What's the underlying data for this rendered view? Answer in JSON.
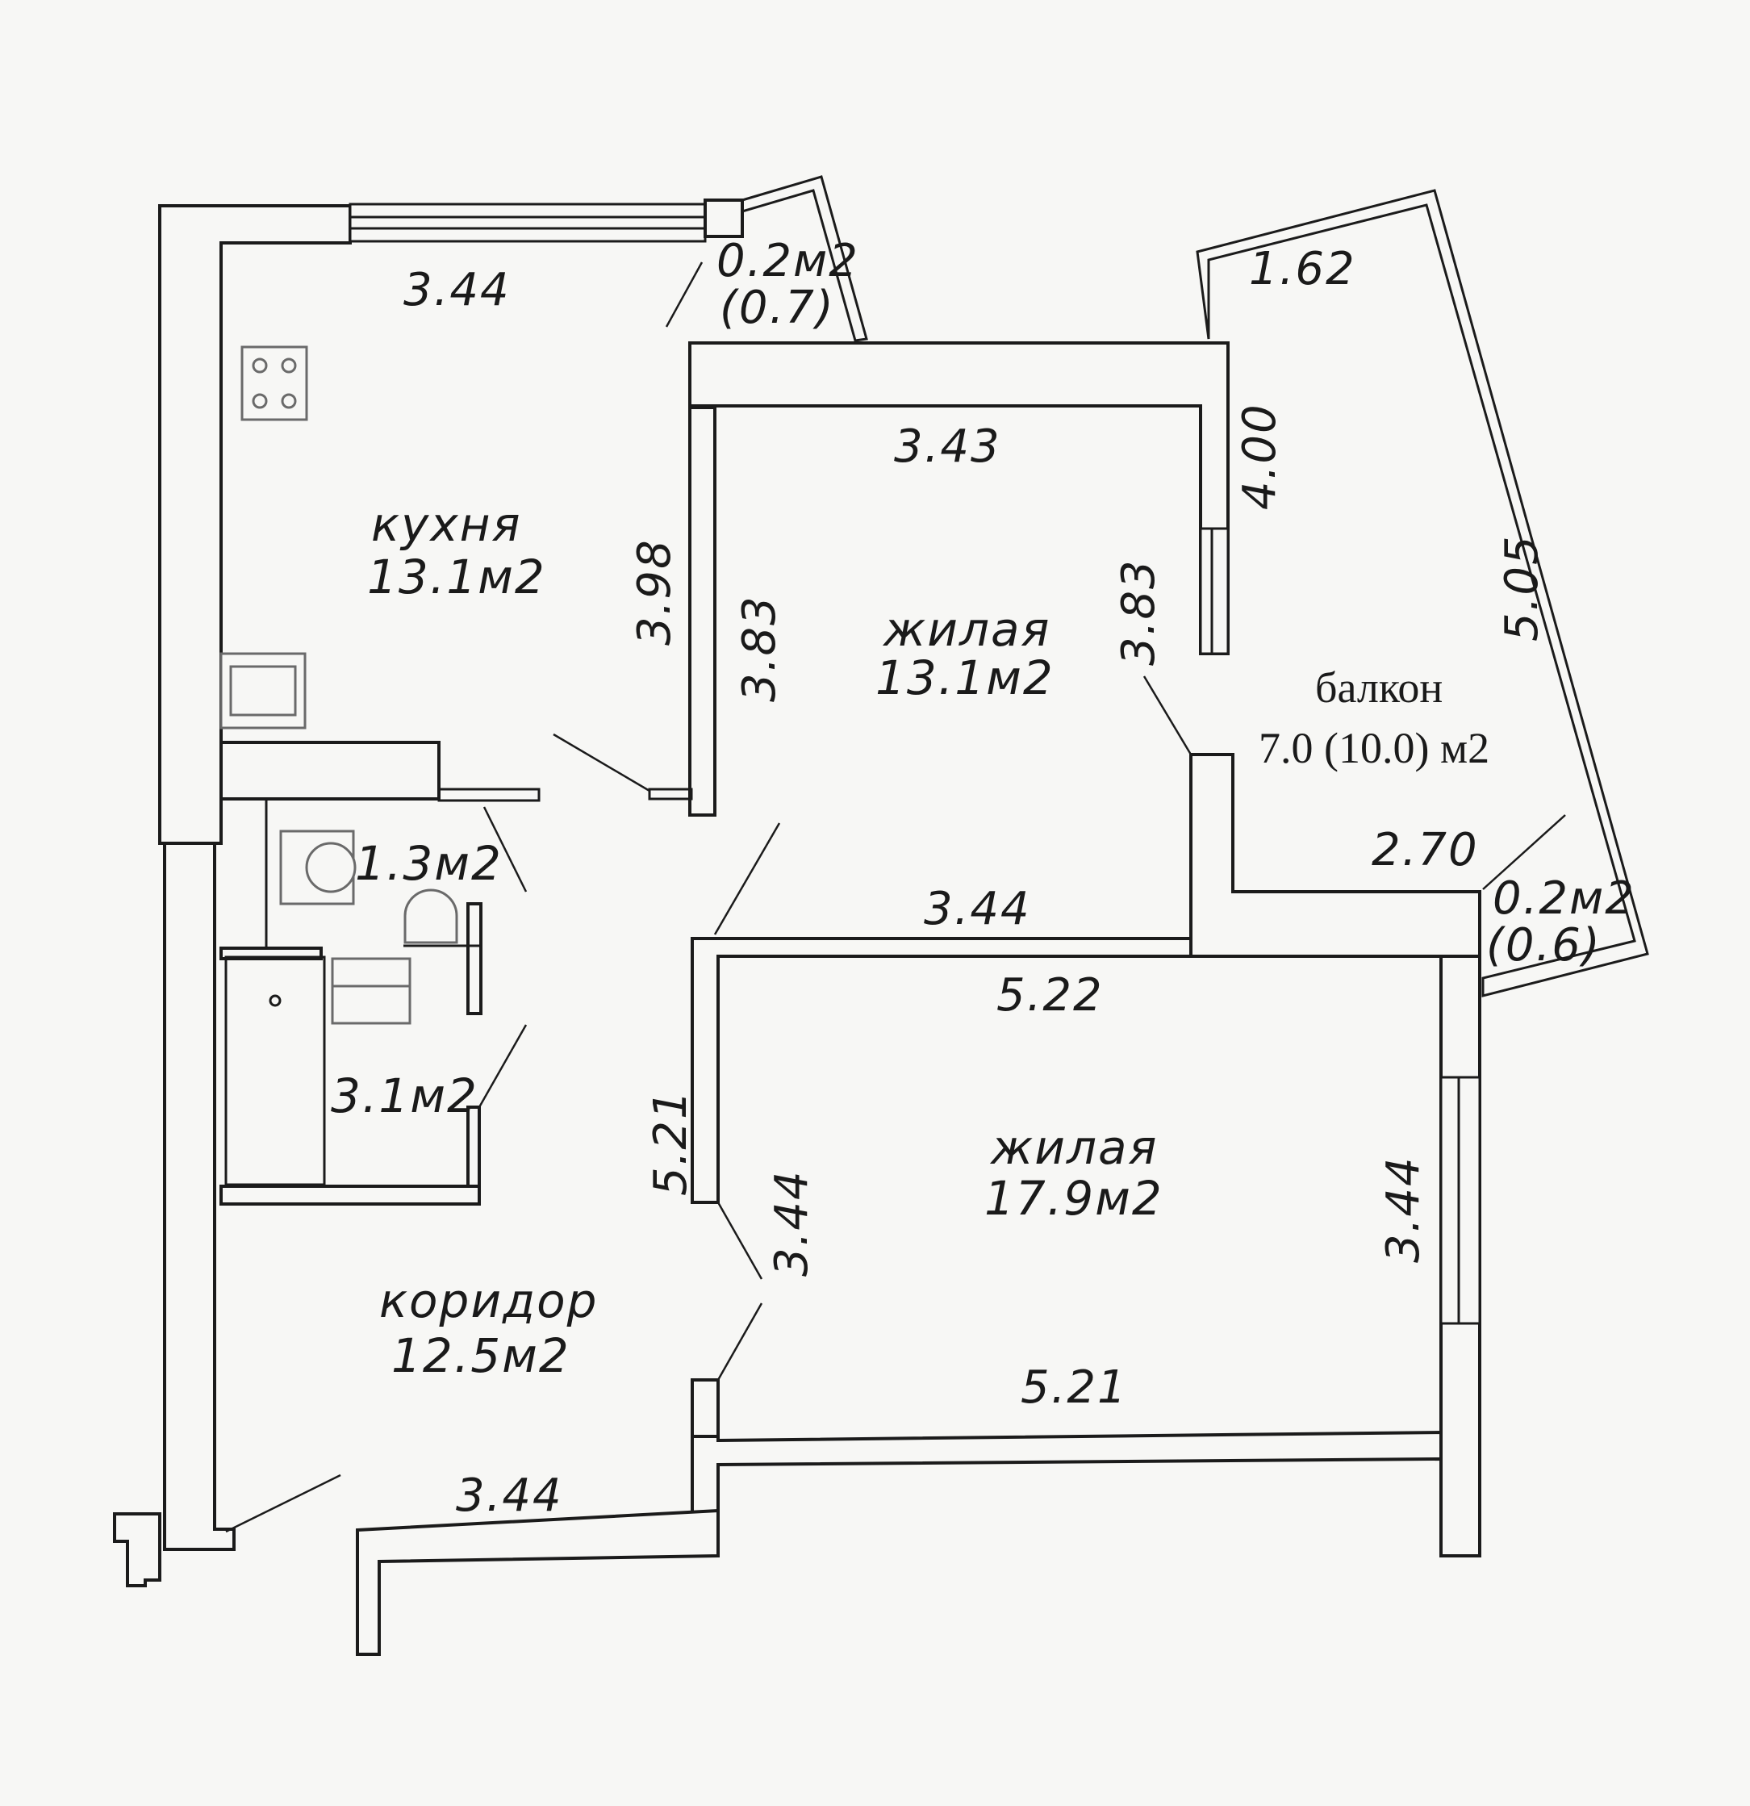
{
  "rooms": {
    "kitchen": {
      "name": "кухня",
      "area": "13.1м2"
    },
    "bedroom_1": {
      "name": "жилая",
      "area": "13.1м2"
    },
    "bedroom_2": {
      "name": "жилая",
      "area": "17.9м2"
    },
    "corridor": {
      "name": "коридор",
      "area": "12.5м2"
    },
    "wc": {
      "area": "1.3м2"
    },
    "bath": {
      "area": "3.1м2"
    },
    "balcony": {
      "name": "балкон",
      "area": "7.0 (10.0) м2"
    },
    "loggia_small_top": {
      "area": "0.2м2",
      "full": "(0.7)"
    },
    "loggia_small_right": {
      "area": "0.2м2",
      "full": "(0.6)"
    }
  },
  "dimensions": {
    "kitchen_top": "3.44",
    "kitchen_right": "3.98",
    "room1_top": "3.43",
    "room1_left": "3.83",
    "room1_right": "3.83",
    "room1_bottom": "3.44",
    "balcony_top": "1.62",
    "balcony_left": "4.00",
    "balcony_right": "5.05",
    "balcony_bottom": "2.70",
    "room2_top": "5.22",
    "room2_left": "3.44",
    "room2_right": "3.44",
    "room2_bottom": "5.21",
    "corridor_right": "5.21",
    "corridor_bottom": "3.44"
  }
}
